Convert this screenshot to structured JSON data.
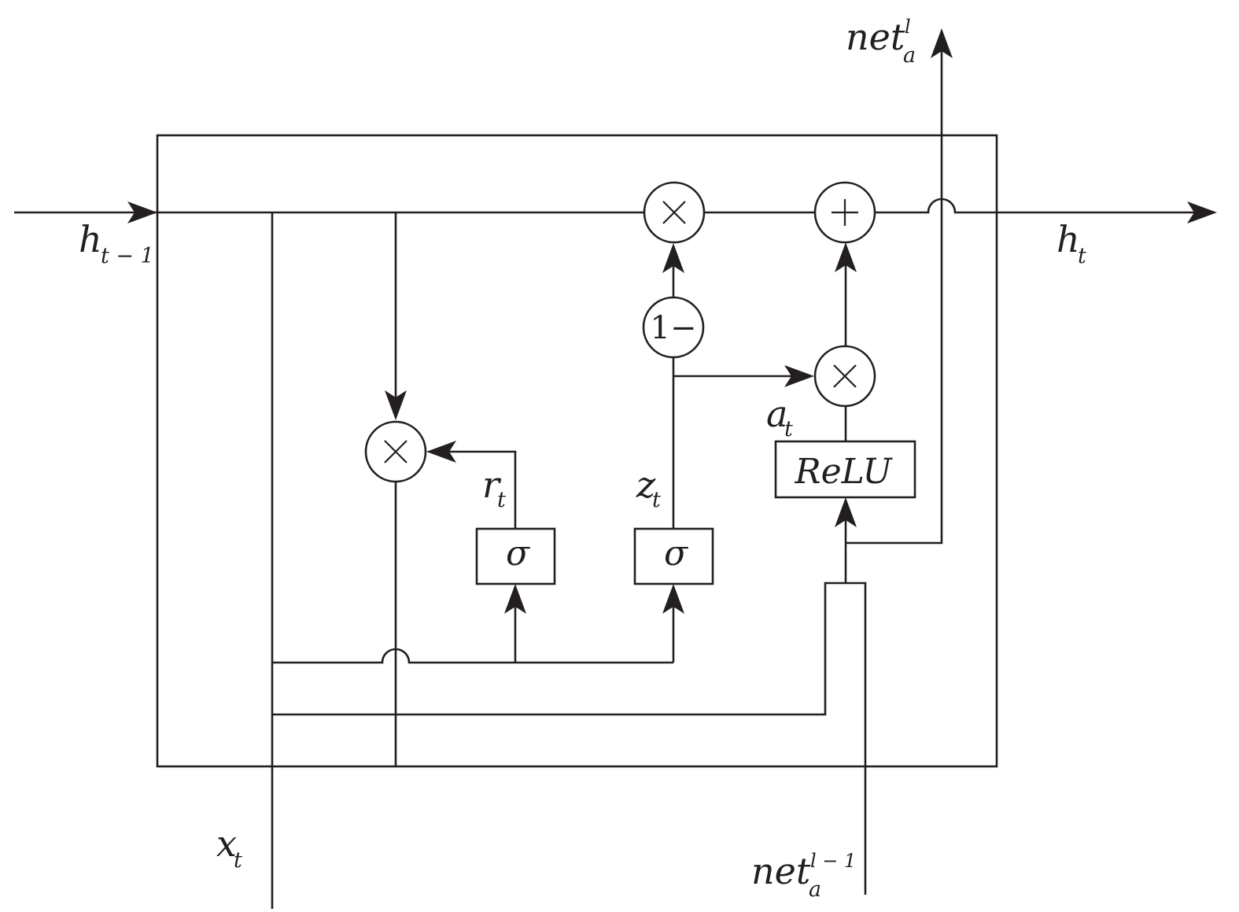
{
  "labels": {
    "h_prev": {
      "base": "h",
      "sub": "t − 1"
    },
    "h_out": {
      "base": "h",
      "sub": "t"
    },
    "x_in": {
      "base": "x",
      "sub": "t"
    },
    "net_out": {
      "base": "net",
      "sub": "a",
      "sup": "l"
    },
    "net_in": {
      "base": "net",
      "sub": "a",
      "sup": "l − 1"
    },
    "r": {
      "base": "r",
      "sub": "t"
    },
    "z": {
      "base": "z",
      "sub": "t"
    },
    "a": {
      "base": "a",
      "sub": "t"
    }
  },
  "blocks": {
    "sigma_r": "σ",
    "sigma_z": "σ",
    "relu": "ReLU"
  },
  "ops": {
    "one_minus": "1−"
  }
}
